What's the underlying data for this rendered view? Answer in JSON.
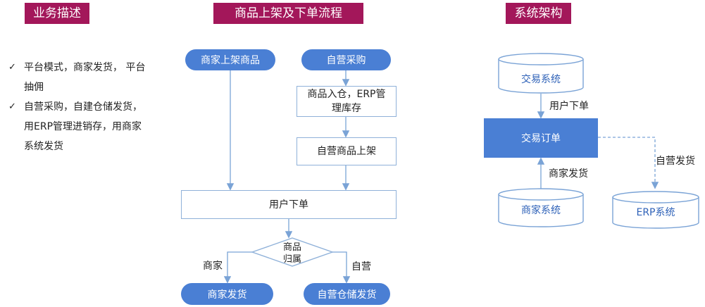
{
  "left": {
    "header": "业务描述",
    "bullets": [
      {
        "line1": "平台模式，商家发货， 平台",
        "line2": "抽佣"
      },
      {
        "line1": "自营采购，自建仓储发货，",
        "line2": "用ERP管理进销存，用商家",
        "line3": "系统发货"
      }
    ]
  },
  "flow": {
    "header": "商品上架及下单流程",
    "merchant_listing": "商家上架商品",
    "self_purchase": "自营采购",
    "warehouse_line1": "商品入仓，ERP管",
    "warehouse_line2": "理库存",
    "self_listing": "自营商品上架",
    "user_order": "用户下单",
    "decision_line1": "商品",
    "decision_line2": "归属",
    "branch_merchant": "商家",
    "branch_self": "自营",
    "merchant_ship": "商家发货",
    "self_ship": "自营仓储发货"
  },
  "arch": {
    "header": "系统架构",
    "trade_system": "交易系统",
    "user_order_label": "用户下单",
    "trade_order": "交易订单",
    "merchant_ship_label": "商家发货",
    "merchant_system": "商家系统",
    "self_ship_label": "自营发货",
    "erp_system": "ERP系统"
  },
  "colors": {
    "header_bg": "#a3175a",
    "pill_bg": "#4a7fd4",
    "box_border": "#8fb1d9",
    "arrow": "#7aa3d6",
    "system_text": "#2f62b8"
  }
}
